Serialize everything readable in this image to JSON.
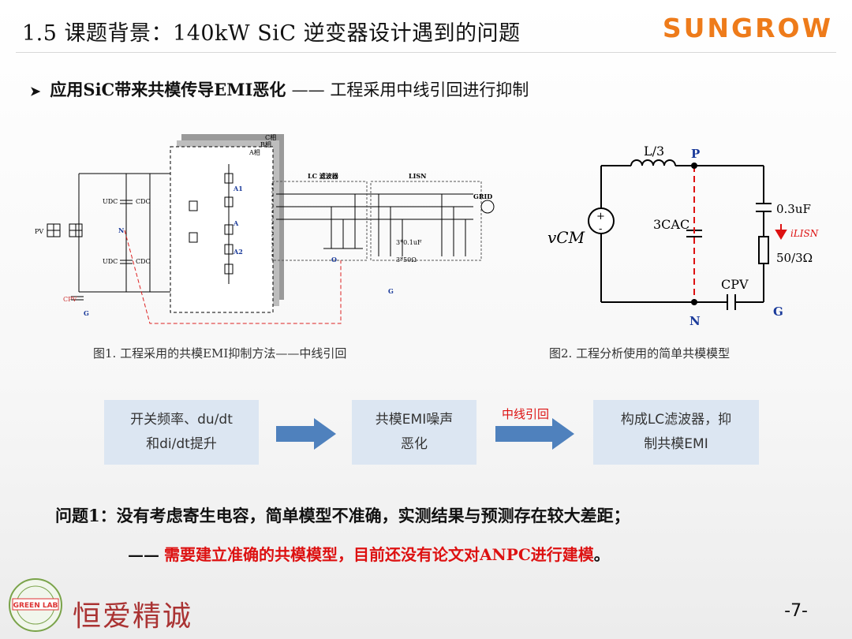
{
  "header": {
    "title": "1.5 课题背景：140kW SiC 逆变器设计遇到的问题",
    "brand": "SUNGROW"
  },
  "bullet": {
    "main": "应用SiC带来共模传导EMI恶化",
    "sub": "—— 工程采用中线引回进行抑制"
  },
  "fig1": {
    "caption": "图1. 工程采用的共模EMI抑制方法——中线引回",
    "labels": {
      "phase_c": "C相",
      "phase_b": "B相",
      "phase_a": "A相",
      "lc_filter": "LC 滤波器",
      "lisn": "LISN",
      "grid": "GRID",
      "pv": "PV",
      "udc_top": "UDC",
      "udc_bot": "UDC",
      "cdc_top": "CDC",
      "cdc_bot": "CDC",
      "cpv": "CPV",
      "g": "G",
      "n": "N",
      "o": "O",
      "a": "A",
      "a1": "A1",
      "a2": "A2",
      "cap_val": "3*0.1uF",
      "res_val": "3*50Ω"
    }
  },
  "fig2": {
    "caption": "图2. 工程分析使用的简单共模模型",
    "labels": {
      "inductor": "L/3",
      "p": "P",
      "n": "N",
      "g": "G",
      "vcm": "vCM",
      "cac": "3CAC",
      "cpv": "CPV",
      "cap": "0.3uF",
      "current": "iLISN",
      "res": "50/3Ω",
      "plus": "+",
      "minus": "-"
    }
  },
  "flow": {
    "box1": [
      "开关频率、du/dt",
      "和di/dt提升"
    ],
    "box2": [
      "共模EMI噪声",
      "恶化"
    ],
    "arrow_label": "中线引回",
    "box3": [
      "构成LC滤波器，抑",
      "制共模EMI"
    ]
  },
  "problem": {
    "text": "问题1：没有考虑寄生电容，简单模型不准确，实测结果与预测存在较大差距；",
    "note_dash": "——",
    "note": "需要建立准确的共模模型，目前还没有论文对ANPC进行建模",
    "note_end": "。"
  },
  "footer": {
    "logo_text": "GREEN LAB",
    "slogan": "恒爱精诚",
    "page": "-7-"
  },
  "colors": {
    "brand": "#ee7b1a",
    "flow_box": "#dce6f2",
    "arrow": "#4f81bd",
    "accent_red": "#dd1111"
  }
}
